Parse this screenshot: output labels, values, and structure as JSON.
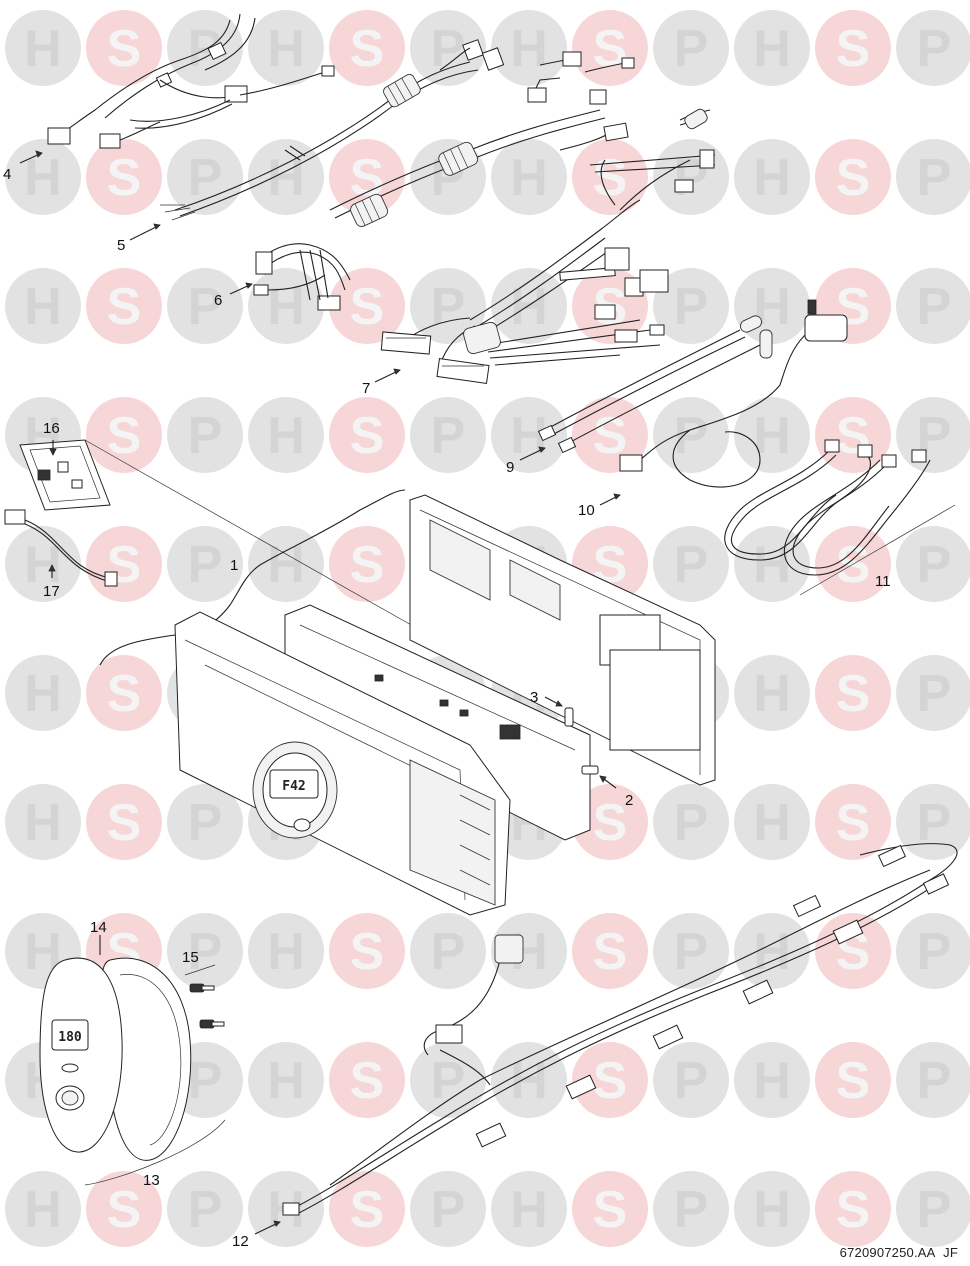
{
  "watermark": {
    "letters": [
      "H",
      "S",
      "P"
    ],
    "colors": {
      "grey": "#e2e2e2",
      "red": "#f6d6d6",
      "letter_light": "#f4f4f4",
      "letter_dark": "#d4d4d4"
    }
  },
  "callouts": [
    {
      "id": "c1",
      "label": "1"
    },
    {
      "id": "c2",
      "label": "2"
    },
    {
      "id": "c3",
      "label": "3"
    },
    {
      "id": "c4",
      "label": "4"
    },
    {
      "id": "c5",
      "label": "5"
    },
    {
      "id": "c6",
      "label": "6"
    },
    {
      "id": "c7",
      "label": "7"
    },
    {
      "id": "c9",
      "label": "9"
    },
    {
      "id": "c10",
      "label": "10"
    },
    {
      "id": "c11",
      "label": "11"
    },
    {
      "id": "c12",
      "label": "12"
    },
    {
      "id": "c13",
      "label": "13"
    },
    {
      "id": "c14",
      "label": "14"
    },
    {
      "id": "c15",
      "label": "15"
    },
    {
      "id": "c16",
      "label": "16"
    },
    {
      "id": "c17",
      "label": "17"
    }
  ],
  "display": {
    "main_readout": "F42",
    "handset_readout": "180"
  },
  "footer": {
    "doc_ref": "6720907250.AA",
    "initials": "JF"
  }
}
